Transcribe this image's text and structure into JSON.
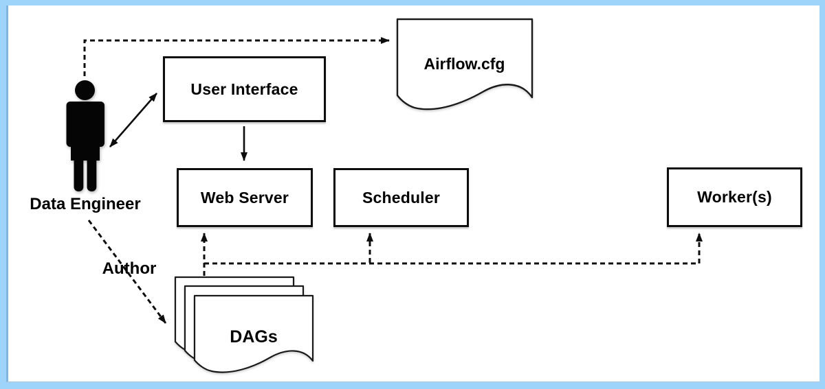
{
  "diagram": {
    "actor": {
      "label": "Data Engineer",
      "icon": "person-icon"
    },
    "author_label": "Author",
    "nodes": {
      "user_interface": {
        "label": "User Interface",
        "shape": "rectangle"
      },
      "airflow_cfg": {
        "label": "Airflow.cfg",
        "shape": "document"
      },
      "web_server": {
        "label": "Web Server",
        "shape": "rectangle"
      },
      "scheduler": {
        "label": "Scheduler",
        "shape": "rectangle"
      },
      "workers": {
        "label": "Worker(s)",
        "shape": "rectangle"
      },
      "dags": {
        "label": "DAGs",
        "shape": "document-stack"
      }
    },
    "edges": [
      {
        "from": "data-engineer",
        "to": "airflow_cfg",
        "style": "dashed-arrow"
      },
      {
        "from": "data-engineer",
        "to": "user_interface",
        "style": "solid-double-arrow"
      },
      {
        "from": "user_interface",
        "to": "web_server",
        "style": "solid-arrow"
      },
      {
        "from": "data-engineer",
        "to": "dags",
        "style": "dashed-arrow",
        "label": "Author"
      },
      {
        "from": "dags",
        "to": "web_server",
        "style": "dashed-arrow"
      },
      {
        "from": "dags",
        "to": "scheduler",
        "style": "dashed-arrow"
      },
      {
        "from": "dags",
        "to": "workers",
        "style": "dashed-arrow"
      }
    ],
    "colors": {
      "frame": "#9ED3FA",
      "frame_accent": "#7DB7E7",
      "canvas": "#FFFFFF",
      "line": "#000000",
      "text": "#000000"
    }
  }
}
